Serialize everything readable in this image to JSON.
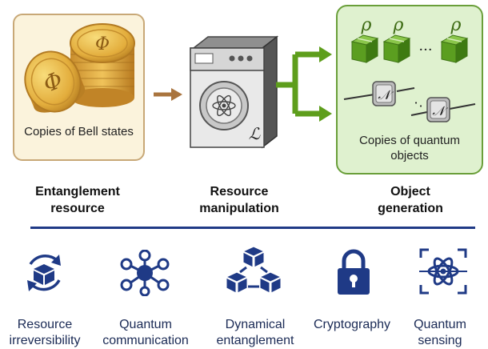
{
  "resource_panel": {
    "caption": "Copies of Bell states",
    "coin_symbol": "Φ"
  },
  "machine_symbol": "ℒ",
  "objects_panel": {
    "caption": "Copies of quantum objects",
    "state_symbol": "ρ",
    "channel_symbol": "𝒩"
  },
  "labels": {
    "entanglement_line1": "Entanglement",
    "entanglement_line2": "resource",
    "manipulation_line1": "Resource",
    "manipulation_line2": "manipulation",
    "generation_line1": "Object",
    "generation_line2": "generation"
  },
  "applications": [
    {
      "icon": "recycle-box-icon",
      "line1": "Resource",
      "line2": "irreversibility"
    },
    {
      "icon": "network-hub-icon",
      "line1": "Quantum",
      "line2": "communication"
    },
    {
      "icon": "cubes-icon",
      "line1": "Dynamical",
      "line2": "entanglement"
    },
    {
      "icon": "padlock-icon",
      "line1": "Cryptography",
      "line2": ""
    },
    {
      "icon": "atom-scan-icon",
      "line1": "Quantum",
      "line2": "sensing"
    }
  ],
  "colors": {
    "navy": "#1f3a86",
    "green": "#5e9e1c",
    "brown": "#a9743e",
    "gold": "#e0ad3a"
  }
}
